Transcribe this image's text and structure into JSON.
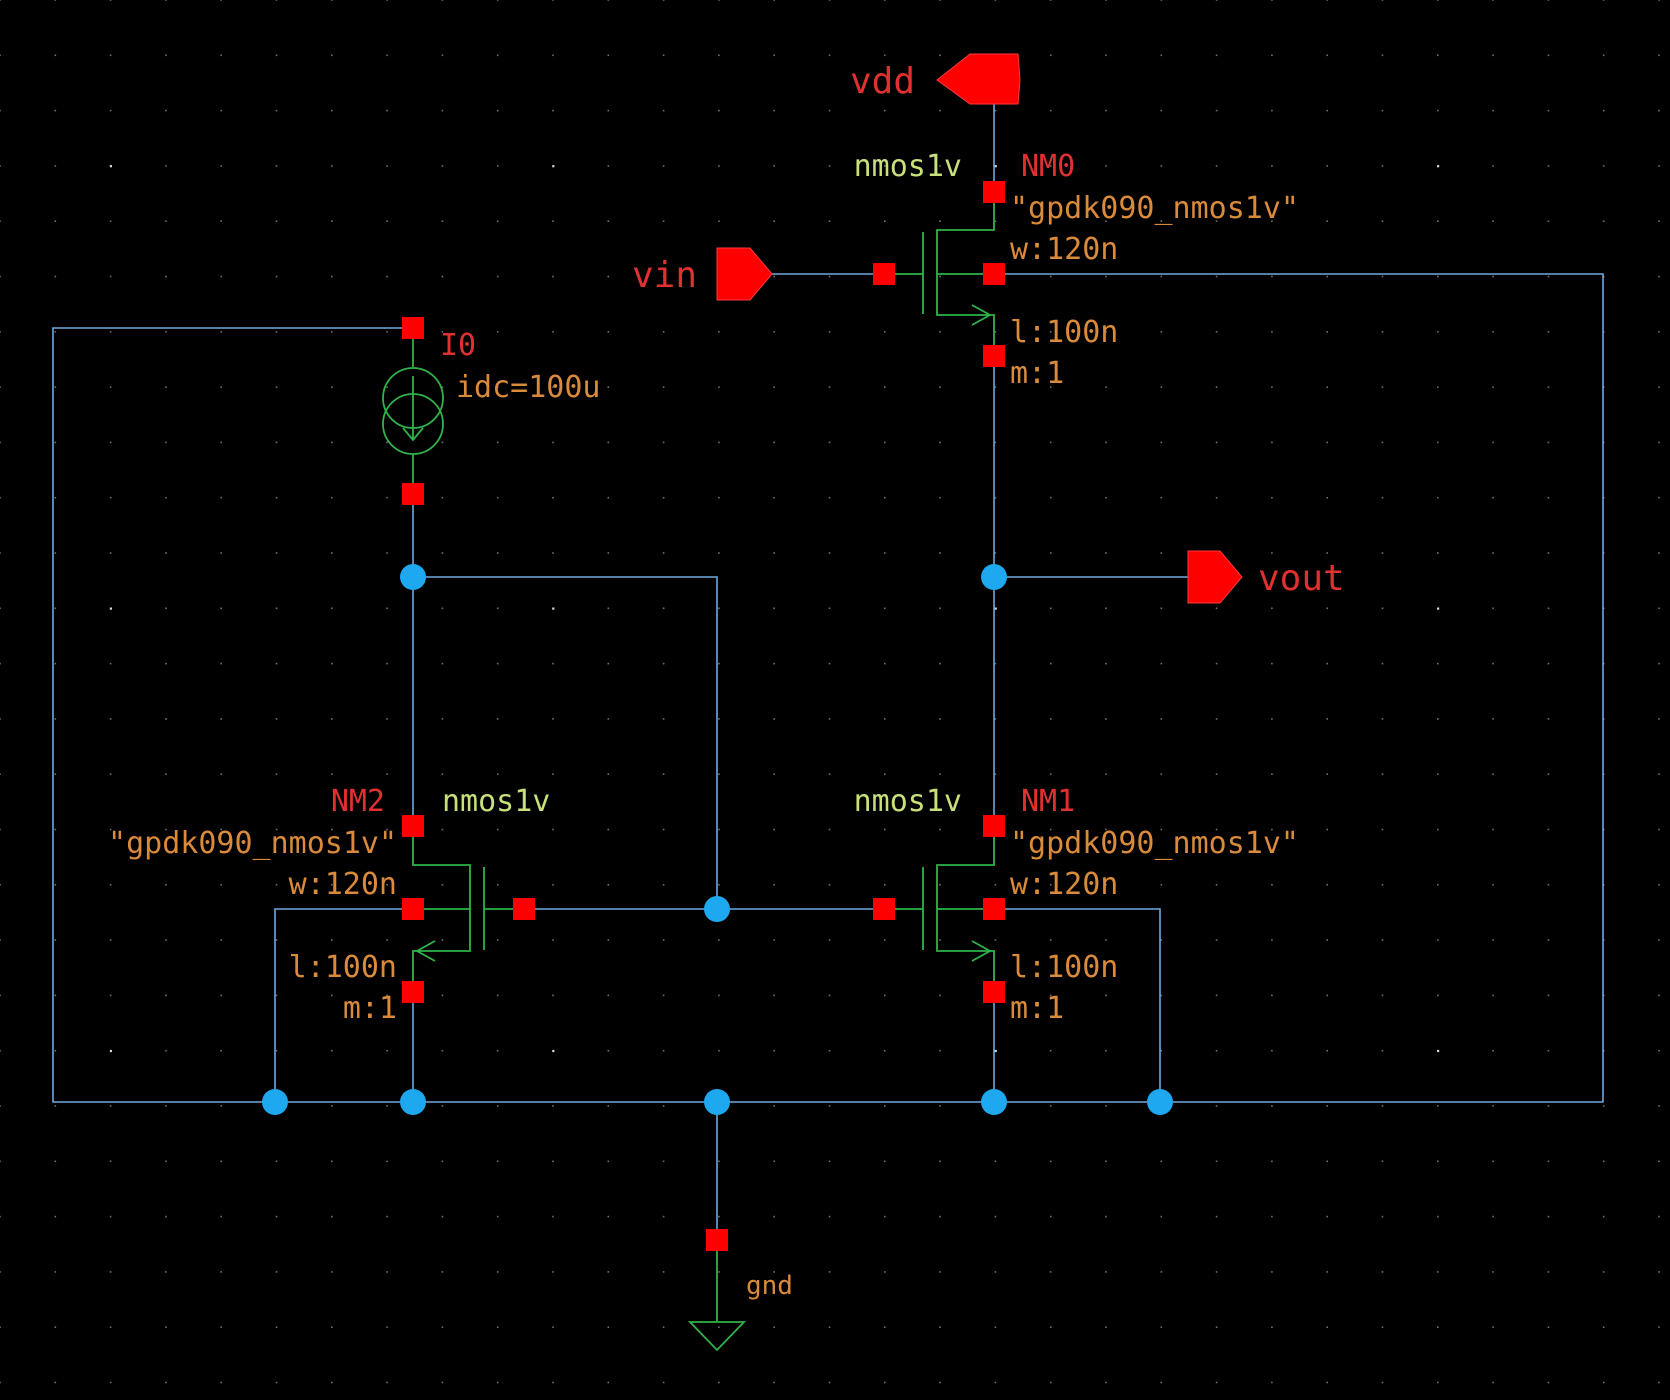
{
  "terminals": {
    "vdd": "vdd",
    "vin": "vin",
    "vout": "vout"
  },
  "ground": {
    "label": "gnd"
  },
  "instances": {
    "nm0": {
      "name": "NM0",
      "cell": "nmos1v",
      "model": "\"gpdk090_nmos1v\"",
      "w": "w:120n",
      "l": "l:100n",
      "m": "m:1"
    },
    "nm1": {
      "name": "NM1",
      "cell": "nmos1v",
      "model": "\"gpdk090_nmos1v\"",
      "w": "w:120n",
      "l": "l:100n",
      "m": "m:1"
    },
    "nm2": {
      "name": "NM2",
      "cell": "nmos1v",
      "model": "\"gpdk090_nmos1v\"",
      "w": "w:120n",
      "l": "l:100n",
      "m": "m:1"
    },
    "i0": {
      "name": "I0",
      "param": "idc=100u"
    }
  },
  "colors": {
    "background": "#000000",
    "wire": "#6fa9e0",
    "symbol": "#2fb34a",
    "pin": "#ff0000",
    "junction": "#1ea8f0",
    "instance_name": "#e03030",
    "cell_name": "#c7e07a",
    "parameter": "#d98a3a"
  }
}
